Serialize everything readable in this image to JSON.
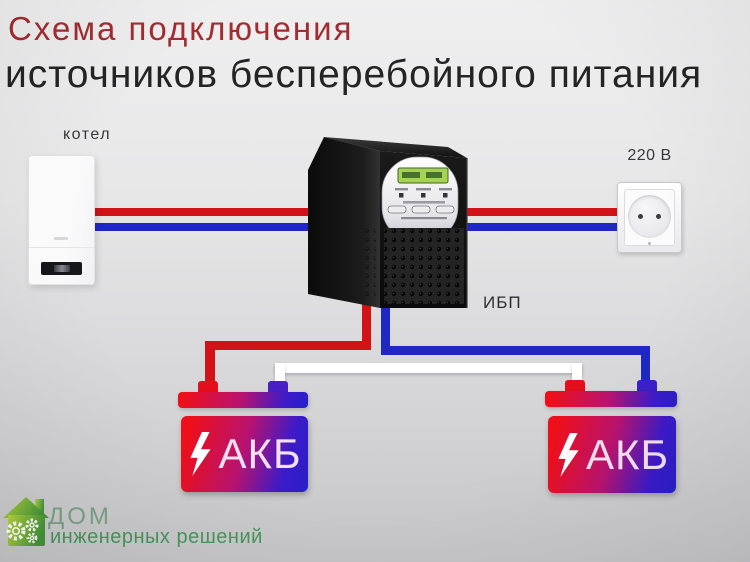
{
  "header": {
    "title": "Схема подключения",
    "subtitle": "источников бесперебойного питания"
  },
  "devices": {
    "boiler_label": "котел",
    "socket_label": "220 В",
    "ups_label": "ИБП"
  },
  "batteries": {
    "left": {
      "label": "АКБ"
    },
    "right": {
      "label": "АКБ"
    }
  },
  "logo": {
    "title": "ДОМ",
    "subtitle": "инженерных решений"
  },
  "colors": {
    "title_red": "#a22c31",
    "text_dark": "#242424",
    "wire_red": "#d11318",
    "wire_blue": "#2028c4",
    "wire_white": "#ffffff",
    "battery_red": "#ee0f1a",
    "battery_blue": "#2a1ecb",
    "battery_text": "#f3dff2",
    "lcd_green": "#a6d34f",
    "logo_green_light": "#9dc73c",
    "logo_green": "#4c9a3a",
    "logo_text_gray_green": "#7ba184",
    "logo_text_green": "#47965c"
  }
}
